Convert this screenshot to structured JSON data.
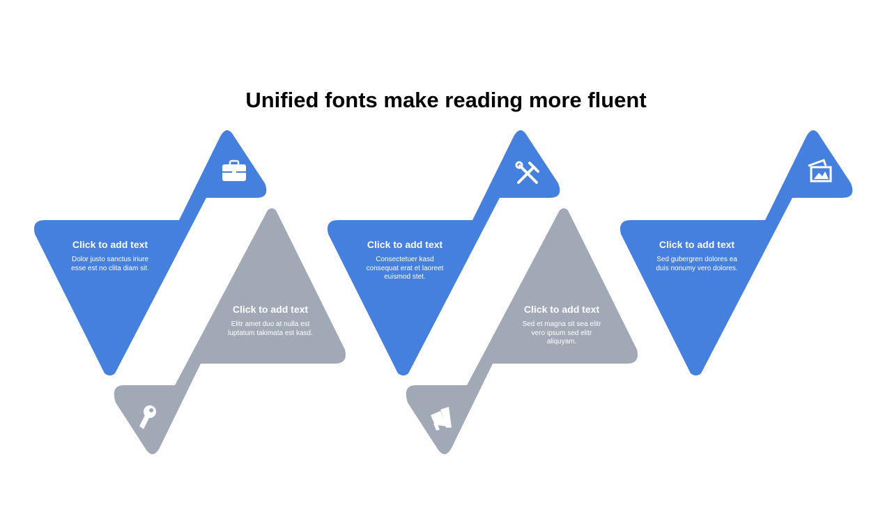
{
  "title": "Unified fonts make reading more fluent",
  "colors": {
    "blue": "#4580DE",
    "gray": "#A1A9B6",
    "text": "#FFFFFF",
    "title": "#000000"
  },
  "steps": [
    {
      "color": "blue",
      "icon": "briefcase-icon",
      "heading": "Click to add text",
      "body": "Dolor justo sanctus iriure esse est no clita diam sit."
    },
    {
      "color": "gray",
      "icon": "key-icon",
      "heading": "Click to add text",
      "body": "Elitr amet duo at nulla est luptatum takimata est kasd."
    },
    {
      "color": "blue",
      "icon": "hammer-wrench-icon",
      "heading": "Click to add text",
      "body": "Consectetuer kasd consequat erat et laoreet euismod stet."
    },
    {
      "color": "gray",
      "icon": "megaphone-icon",
      "heading": "Click to add text",
      "body": "Sed et magna sit sea elitr vero ipsum sed elitr aliquyam."
    },
    {
      "color": "blue",
      "icon": "image-gallery-icon",
      "heading": "Click to add text",
      "body": "Sed gubergren dolores ea duis nonumy vero dolores."
    }
  ]
}
